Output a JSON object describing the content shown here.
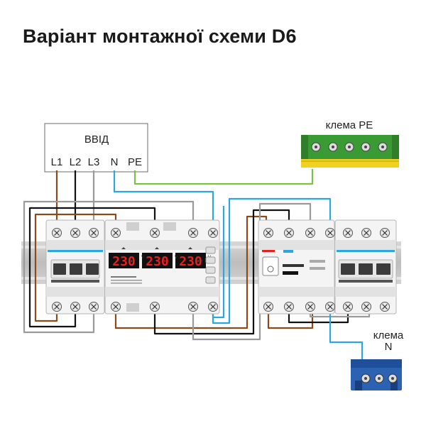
{
  "title": "Варіант монтажної схеми D6",
  "input_box": {
    "title": "ВВІД",
    "terminals": [
      "L1",
      "L2",
      "L3",
      "N",
      "PE"
    ]
  },
  "pe_terminal_label": "клема PE",
  "n_terminal_label_line1": "клема",
  "n_terminal_label_line2": "N",
  "relay_display": [
    "230",
    "230",
    "230"
  ],
  "relay_unit": "V",
  "colors": {
    "l1": "#8b4a1a",
    "l2": "#111111",
    "l3": "#9a9a9a",
    "n": "#2aa7e0",
    "pe": "#7cc142",
    "display": "#e8201e",
    "din_rail": "#c6c6c6",
    "pe_block": "#3a9a33",
    "n_block": "#2b62b4"
  }
}
